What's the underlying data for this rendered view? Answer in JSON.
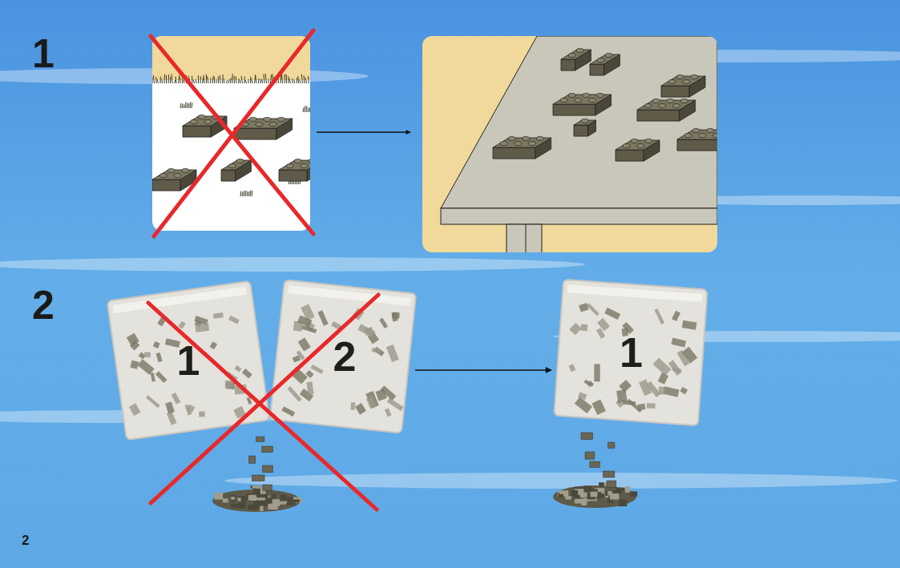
{
  "diagram": {
    "nodes": [
      {
        "text": [
          "1"
        ]
      },
      {
        "text": [
          "2"
        ]
      },
      {
        "text": [
          "1"
        ]
      }
    ],
    "edges": [
      {
        "from": 1,
        "to": 2,
        "arrow": "to"
      }
    ],
    "labels": [
      "1",
      "2",
      "2"
    ]
  }
}
